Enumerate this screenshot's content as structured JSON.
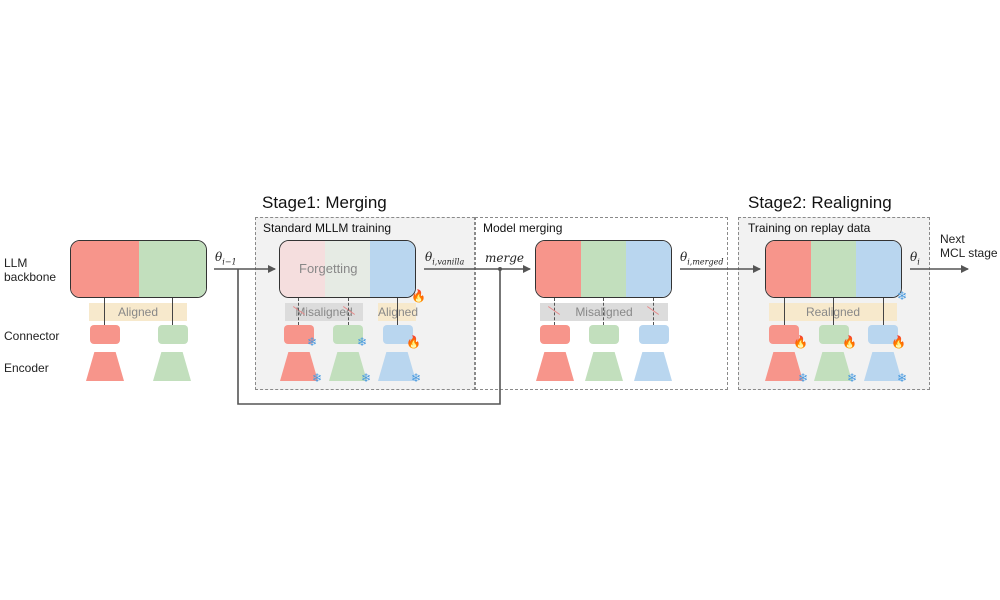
{
  "row_labels": {
    "llm_backbone_line1": "LLM",
    "llm_backbone_line2": "backbone",
    "connector": "Connector",
    "encoder": "Encoder"
  },
  "initial": {
    "band_label": "Aligned",
    "output_label_base": "θ",
    "output_label_sub": "i−1"
  },
  "stage1": {
    "title": "Stage1: Merging",
    "standard": {
      "panel_label": "Standard MLLM training",
      "llm_overlay": "Forgetting",
      "band_misaligned": "Misaligned",
      "band_aligned": "Aligned",
      "output_label_base": "θ",
      "output_label_sub": "i,vanilla"
    },
    "merging": {
      "panel_label": "Model merging",
      "input_label": "merge",
      "band_label": "Misaligned",
      "output_label_base": "θ",
      "output_label_sub": "i,merged"
    }
  },
  "stage2": {
    "title": "Stage2: Realigning",
    "panel_label": "Training on replay data",
    "band_label": "Realigned",
    "output_label_base": "θ",
    "output_label_sub": "i"
  },
  "next": {
    "line1": "Next",
    "line2": "MCL stage"
  },
  "icons": {
    "snowflake": "❄",
    "fire": "🔥"
  },
  "colors": {
    "red": "#f7958b",
    "green": "#c2dfbd",
    "blue": "#b9d6ef",
    "aligned_band": "#f7e9cc",
    "misaligned_band": "#dcdcdc",
    "frozen": "#4a9be0",
    "trainable": "#e8502e"
  }
}
